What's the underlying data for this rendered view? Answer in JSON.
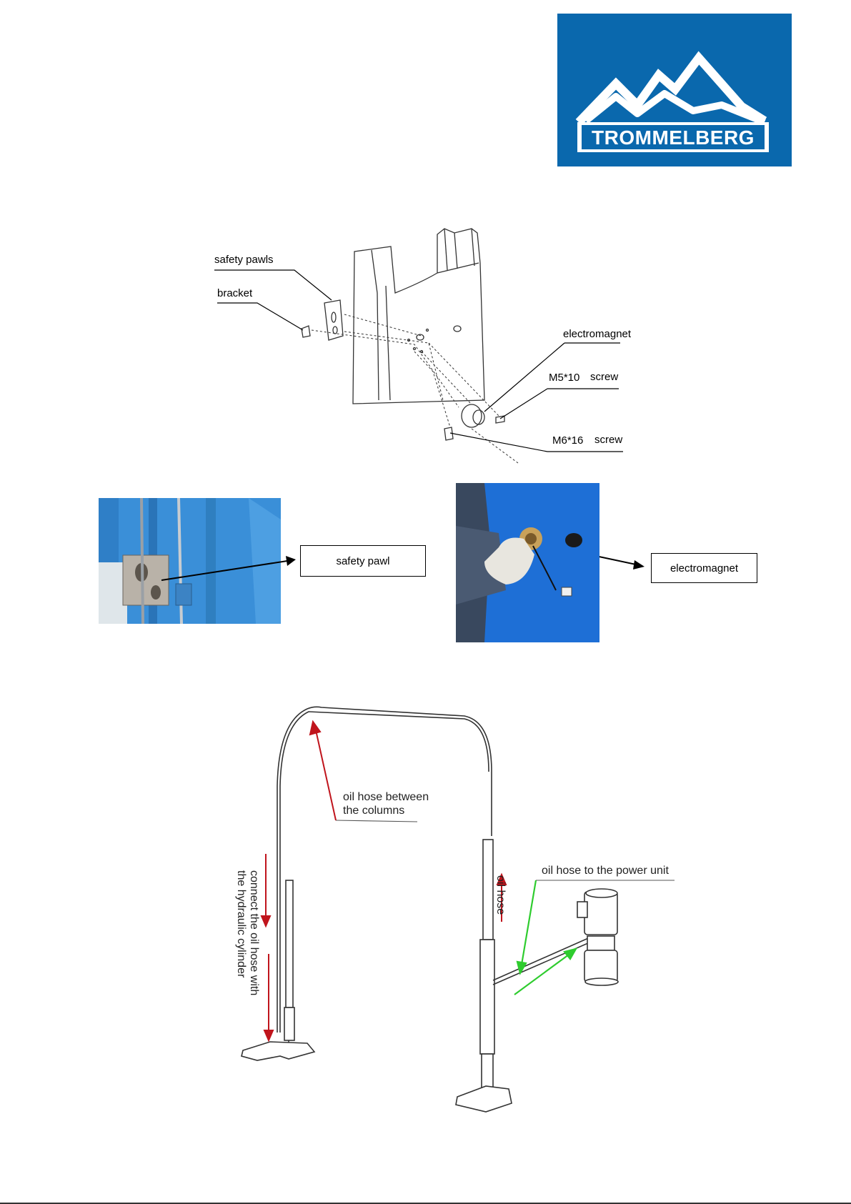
{
  "logo": {
    "brand": "TROMMELBERG",
    "colors": {
      "background": "#0a68ad",
      "mark": "#ffffff"
    }
  },
  "figure1": {
    "labels": {
      "safety_pawls": "safety pawls",
      "bracket": "bracket",
      "electromagnet": "electromagnet",
      "m5_size": "M5*10",
      "m5_type": "screw",
      "m6_size": "M6*16",
      "m6_type": "screw"
    }
  },
  "photos": {
    "safety_pawl_label": "safety pawl",
    "electromagnet_label": "electromagnet",
    "colors": {
      "column_blue": "#3a8fd8"
    }
  },
  "figure2": {
    "labels": {
      "hose_between_line1": "oil hose between",
      "hose_between_line2": "the columns",
      "hose_power_unit": "oil hose to the power unit",
      "oil_hose": "oil hose",
      "connect_line1": "connect the oil hose with",
      "connect_line2": "the hydraulic cylinder"
    },
    "colors": {
      "red_arrow": "#c0141c",
      "green_arrow": "#2ecc2e"
    }
  }
}
